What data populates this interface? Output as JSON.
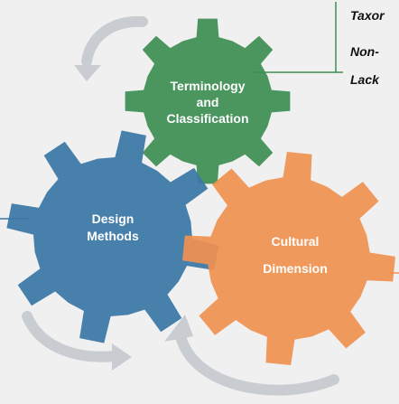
{
  "colors": {
    "background": "#f0f0f0",
    "terminology_gear": "#3d8d51",
    "design_gear": "#3a76a6",
    "cultural_gear": "#f0914f",
    "arrow": "#c9cdd2",
    "connector_line": "#3d8d51",
    "connector_blue": "#3a76a6",
    "connector_orange": "#f0914f"
  },
  "gears": {
    "terminology": {
      "line1": "Terminology",
      "line2": "and",
      "line3": "Classification"
    },
    "design": {
      "line1": "Design",
      "line2": "Methods"
    },
    "cultural": {
      "line1": "Cultural",
      "line2": "Dimension"
    }
  },
  "side_list": {
    "item1": "Taxor",
    "item2": "Non-",
    "item3": "Lack"
  }
}
